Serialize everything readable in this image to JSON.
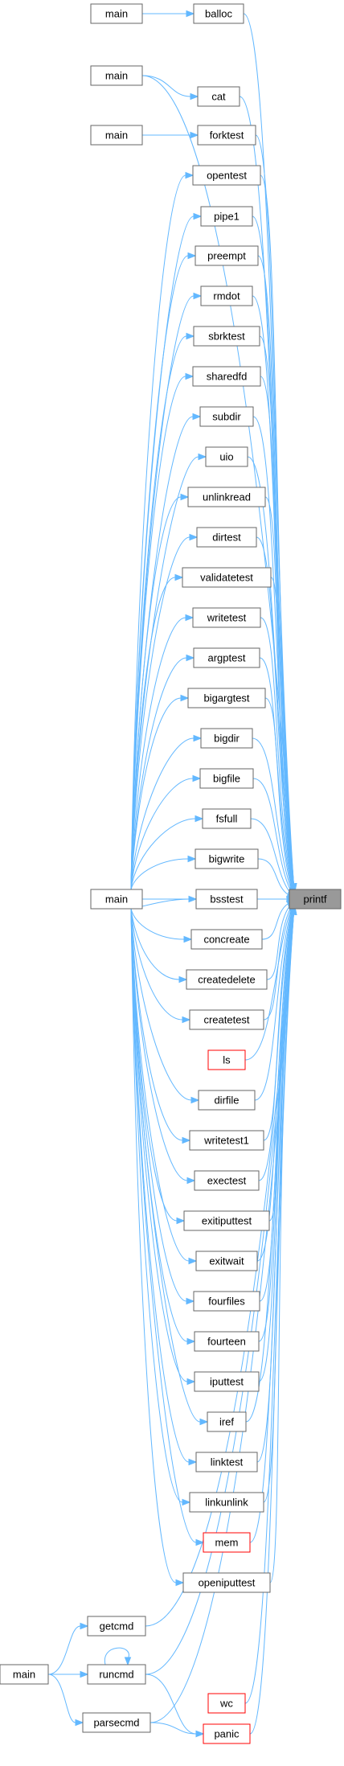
{
  "colors": {
    "edge": "#63b8ff",
    "node_border": "#666666",
    "node_border_highlight": "#ff0000",
    "target_fill": "#999999",
    "node_fill": "#ffffff"
  },
  "nodes": [
    {
      "id": "printf",
      "label": "printf",
      "style": "target"
    },
    {
      "id": "balloc",
      "label": "balloc",
      "style": "normal"
    },
    {
      "id": "cat",
      "label": "cat",
      "style": "normal"
    },
    {
      "id": "forktest",
      "label": "forktest",
      "style": "normal"
    },
    {
      "id": "opentest",
      "label": "opentest",
      "style": "normal"
    },
    {
      "id": "pipe1",
      "label": "pipe1",
      "style": "normal"
    },
    {
      "id": "preempt",
      "label": "preempt",
      "style": "normal"
    },
    {
      "id": "rmdot",
      "label": "rmdot",
      "style": "normal"
    },
    {
      "id": "sbrktest",
      "label": "sbrktest",
      "style": "normal"
    },
    {
      "id": "sharedfd",
      "label": "sharedfd",
      "style": "normal"
    },
    {
      "id": "subdir",
      "label": "subdir",
      "style": "normal"
    },
    {
      "id": "uio",
      "label": "uio",
      "style": "normal"
    },
    {
      "id": "unlinkread",
      "label": "unlinkread",
      "style": "normal"
    },
    {
      "id": "dirtest",
      "label": "dirtest",
      "style": "normal"
    },
    {
      "id": "validatetest",
      "label": "validatetest",
      "style": "normal"
    },
    {
      "id": "writetest",
      "label": "writetest",
      "style": "normal"
    },
    {
      "id": "argptest",
      "label": "argptest",
      "style": "normal"
    },
    {
      "id": "bigargtest",
      "label": "bigargtest",
      "style": "normal"
    },
    {
      "id": "bigdir",
      "label": "bigdir",
      "style": "normal"
    },
    {
      "id": "bigfile",
      "label": "bigfile",
      "style": "normal"
    },
    {
      "id": "fsfull",
      "label": "fsfull",
      "style": "normal"
    },
    {
      "id": "bigwrite",
      "label": "bigwrite",
      "style": "normal"
    },
    {
      "id": "bsstest",
      "label": "bsstest",
      "style": "normal"
    },
    {
      "id": "concreate",
      "label": "concreate",
      "style": "normal"
    },
    {
      "id": "createdelete",
      "label": "createdelete",
      "style": "normal"
    },
    {
      "id": "createtest",
      "label": "createtest",
      "style": "normal"
    },
    {
      "id": "ls",
      "label": "ls",
      "style": "red"
    },
    {
      "id": "dirfile",
      "label": "dirfile",
      "style": "normal"
    },
    {
      "id": "writetest1",
      "label": "writetest1",
      "style": "normal"
    },
    {
      "id": "exectest",
      "label": "exectest",
      "style": "normal"
    },
    {
      "id": "exitiputtest",
      "label": "exitiputtest",
      "style": "normal"
    },
    {
      "id": "exitwait",
      "label": "exitwait",
      "style": "normal"
    },
    {
      "id": "fourfiles",
      "label": "fourfiles",
      "style": "normal"
    },
    {
      "id": "fourteen",
      "label": "fourteen",
      "style": "normal"
    },
    {
      "id": "iputtest",
      "label": "iputtest",
      "style": "normal"
    },
    {
      "id": "iref",
      "label": "iref",
      "style": "normal"
    },
    {
      "id": "linktest",
      "label": "linktest",
      "style": "normal"
    },
    {
      "id": "linkunlink",
      "label": "linkunlink",
      "style": "normal"
    },
    {
      "id": "mem",
      "label": "mem",
      "style": "red"
    },
    {
      "id": "openiputtest",
      "label": "openiputtest",
      "style": "normal"
    },
    {
      "id": "getcmd",
      "label": "getcmd",
      "style": "normal"
    },
    {
      "id": "runcmd",
      "label": "runcmd",
      "style": "normal"
    },
    {
      "id": "wc",
      "label": "wc",
      "style": "red"
    },
    {
      "id": "panic",
      "label": "panic",
      "style": "red"
    },
    {
      "id": "parsecmd",
      "label": "parsecmd",
      "style": "normal"
    },
    {
      "id": "main_balloc",
      "label": "main",
      "style": "normal"
    },
    {
      "id": "main_cat",
      "label": "main",
      "style": "normal"
    },
    {
      "id": "main_forktest",
      "label": "main",
      "style": "normal"
    },
    {
      "id": "main_usertests",
      "label": "main",
      "style": "normal"
    },
    {
      "id": "main_sh",
      "label": "main",
      "style": "normal"
    }
  ],
  "edges": [
    [
      "main_balloc",
      "balloc"
    ],
    [
      "main_cat",
      "cat"
    ],
    [
      "main_forktest",
      "forktest"
    ],
    [
      "balloc",
      "printf"
    ],
    [
      "main_cat",
      "printf"
    ],
    [
      "cat",
      "printf"
    ],
    [
      "forktest",
      "printf"
    ],
    [
      "opentest",
      "printf"
    ],
    [
      "pipe1",
      "printf"
    ],
    [
      "preempt",
      "printf"
    ],
    [
      "rmdot",
      "printf"
    ],
    [
      "sbrktest",
      "printf"
    ],
    [
      "sharedfd",
      "printf"
    ],
    [
      "subdir",
      "printf"
    ],
    [
      "uio",
      "printf"
    ],
    [
      "unlinkread",
      "printf"
    ],
    [
      "dirtest",
      "printf"
    ],
    [
      "validatetest",
      "printf"
    ],
    [
      "writetest",
      "printf"
    ],
    [
      "argptest",
      "printf"
    ],
    [
      "bigargtest",
      "printf"
    ],
    [
      "bigdir",
      "printf"
    ],
    [
      "bigfile",
      "printf"
    ],
    [
      "fsfull",
      "printf"
    ],
    [
      "bigwrite",
      "printf"
    ],
    [
      "bsstest",
      "printf"
    ],
    [
      "main_usertests",
      "printf"
    ],
    [
      "concreate",
      "printf"
    ],
    [
      "createdelete",
      "printf"
    ],
    [
      "createtest",
      "printf"
    ],
    [
      "ls",
      "printf"
    ],
    [
      "dirfile",
      "printf"
    ],
    [
      "writetest1",
      "printf"
    ],
    [
      "exectest",
      "printf"
    ],
    [
      "exitiputtest",
      "printf"
    ],
    [
      "exitwait",
      "printf"
    ],
    [
      "fourfiles",
      "printf"
    ],
    [
      "fourteen",
      "printf"
    ],
    [
      "iputtest",
      "printf"
    ],
    [
      "iref",
      "printf"
    ],
    [
      "linktest",
      "printf"
    ],
    [
      "linkunlink",
      "printf"
    ],
    [
      "mem",
      "printf"
    ],
    [
      "openiputtest",
      "printf"
    ],
    [
      "getcmd",
      "printf"
    ],
    [
      "runcmd",
      "printf"
    ],
    [
      "wc",
      "printf"
    ],
    [
      "panic",
      "printf"
    ],
    [
      "parsecmd",
      "printf"
    ],
    [
      "main_usertests",
      "opentest"
    ],
    [
      "main_usertests",
      "pipe1"
    ],
    [
      "main_usertests",
      "preempt"
    ],
    [
      "main_usertests",
      "rmdot"
    ],
    [
      "main_usertests",
      "sbrktest"
    ],
    [
      "main_usertests",
      "sharedfd"
    ],
    [
      "main_usertests",
      "subdir"
    ],
    [
      "main_usertests",
      "uio"
    ],
    [
      "main_usertests",
      "unlinkread"
    ],
    [
      "main_usertests",
      "dirtest"
    ],
    [
      "main_usertests",
      "validatetest"
    ],
    [
      "main_usertests",
      "writetest"
    ],
    [
      "main_usertests",
      "argptest"
    ],
    [
      "main_usertests",
      "bigargtest"
    ],
    [
      "main_usertests",
      "bigdir"
    ],
    [
      "main_usertests",
      "bigfile"
    ],
    [
      "main_usertests",
      "fsfull"
    ],
    [
      "main_usertests",
      "bigwrite"
    ],
    [
      "main_usertests",
      "bsstest"
    ],
    [
      "main_usertests",
      "concreate"
    ],
    [
      "main_usertests",
      "createdelete"
    ],
    [
      "main_usertests",
      "createtest"
    ],
    [
      "main_usertests",
      "dirfile"
    ],
    [
      "main_usertests",
      "writetest1"
    ],
    [
      "main_usertests",
      "exectest"
    ],
    [
      "main_usertests",
      "exitiputtest"
    ],
    [
      "main_usertests",
      "exitwait"
    ],
    [
      "main_usertests",
      "fourfiles"
    ],
    [
      "main_usertests",
      "fourteen"
    ],
    [
      "main_usertests",
      "iputtest"
    ],
    [
      "main_usertests",
      "iref"
    ],
    [
      "main_usertests",
      "linktest"
    ],
    [
      "main_usertests",
      "linkunlink"
    ],
    [
      "main_usertests",
      "mem"
    ],
    [
      "main_usertests",
      "openiputtest"
    ],
    [
      "main_sh",
      "getcmd"
    ],
    [
      "main_sh",
      "runcmd"
    ],
    [
      "main_sh",
      "parsecmd"
    ],
    [
      "runcmd",
      "runcmd"
    ],
    [
      "runcmd",
      "panic"
    ],
    [
      "parsecmd",
      "panic"
    ]
  ]
}
